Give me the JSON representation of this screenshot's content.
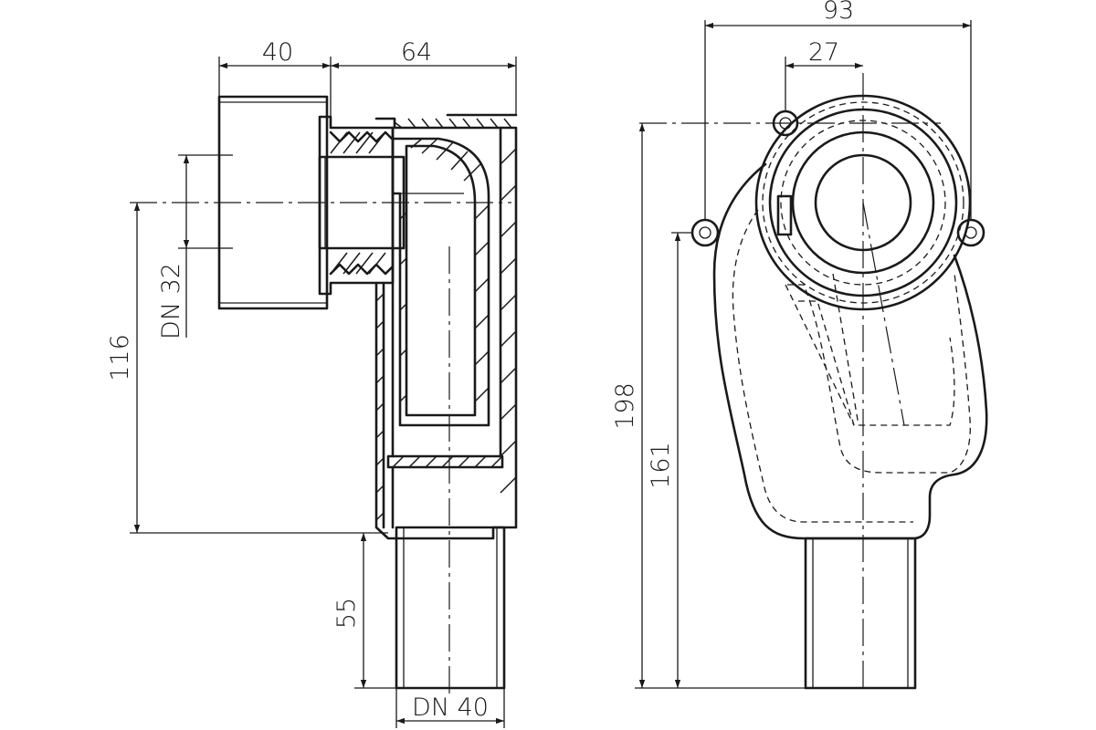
{
  "dimensions": {
    "d40": "40",
    "d64": "64",
    "d93": "93",
    "d27": "27",
    "d116": "116",
    "d55": "55",
    "d198": "198",
    "d161": "161",
    "dn32": "DN 32",
    "dn40": "DN 40"
  }
}
